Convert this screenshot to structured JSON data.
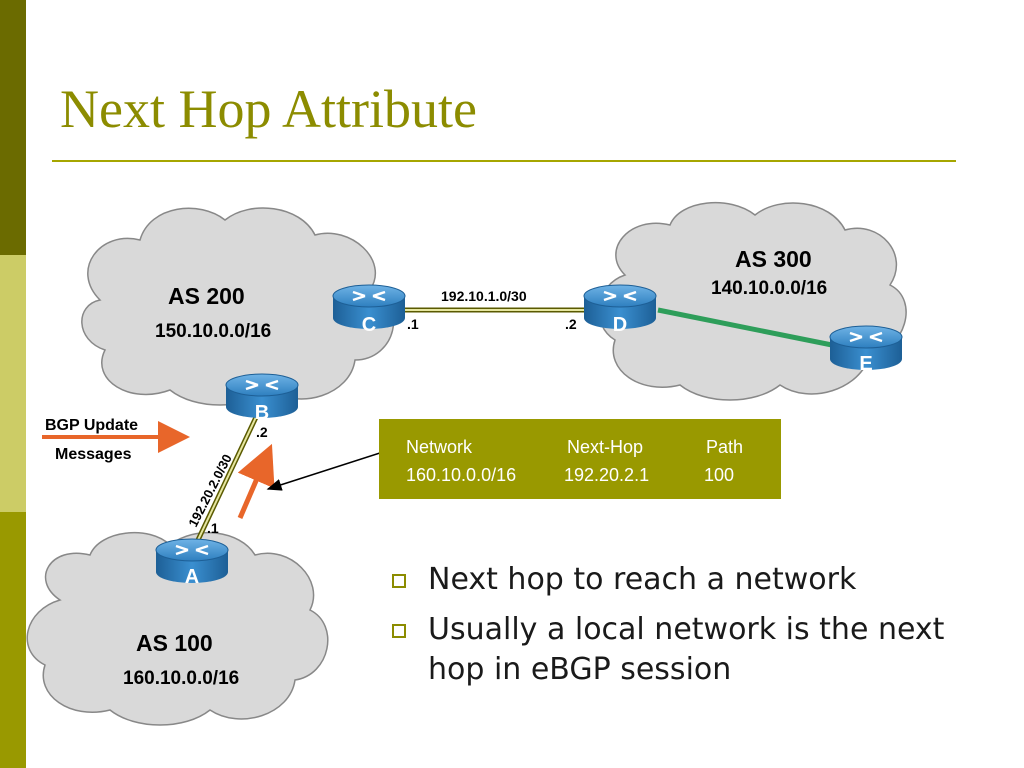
{
  "slide": {
    "title": "Next Hop Attribute",
    "bullets": [
      "Next hop to reach a network",
      "Usually a local network is the next hop in eBGP session"
    ]
  },
  "as_clouds": [
    {
      "name": "AS 200",
      "network": "150.10.0.0/16"
    },
    {
      "name": "AS 300",
      "network": "140.10.0.0/16"
    },
    {
      "name": "AS 100",
      "network": "160.10.0.0/16"
    }
  ],
  "routers": [
    "A",
    "B",
    "C",
    "D",
    "E"
  ],
  "links": {
    "cd_subnet": "192.10.1.0/30",
    "cd_c_end": ".1",
    "cd_d_end": ".2",
    "ab_subnet": "192.20.2.0/30",
    "ab_a_end": ".1",
    "ab_b_end": ".2"
  },
  "legend": {
    "line1": "BGP Update",
    "line2": "Messages"
  },
  "route_table": {
    "headers": [
      "Network",
      "Next-Hop",
      "Path"
    ],
    "row": [
      "160.10.0.0/16",
      "192.20.2.1",
      "100"
    ]
  },
  "colors": {
    "sidebar": [
      "#6b6b00",
      "#cccc66",
      "#999900"
    ],
    "title": "#8c8c00",
    "table_bg": "#999900",
    "router": "#2e7fbf",
    "cloud": "#d9d9d9",
    "update_arrow": "#e8662a",
    "green_link": "#2e9e5a"
  }
}
